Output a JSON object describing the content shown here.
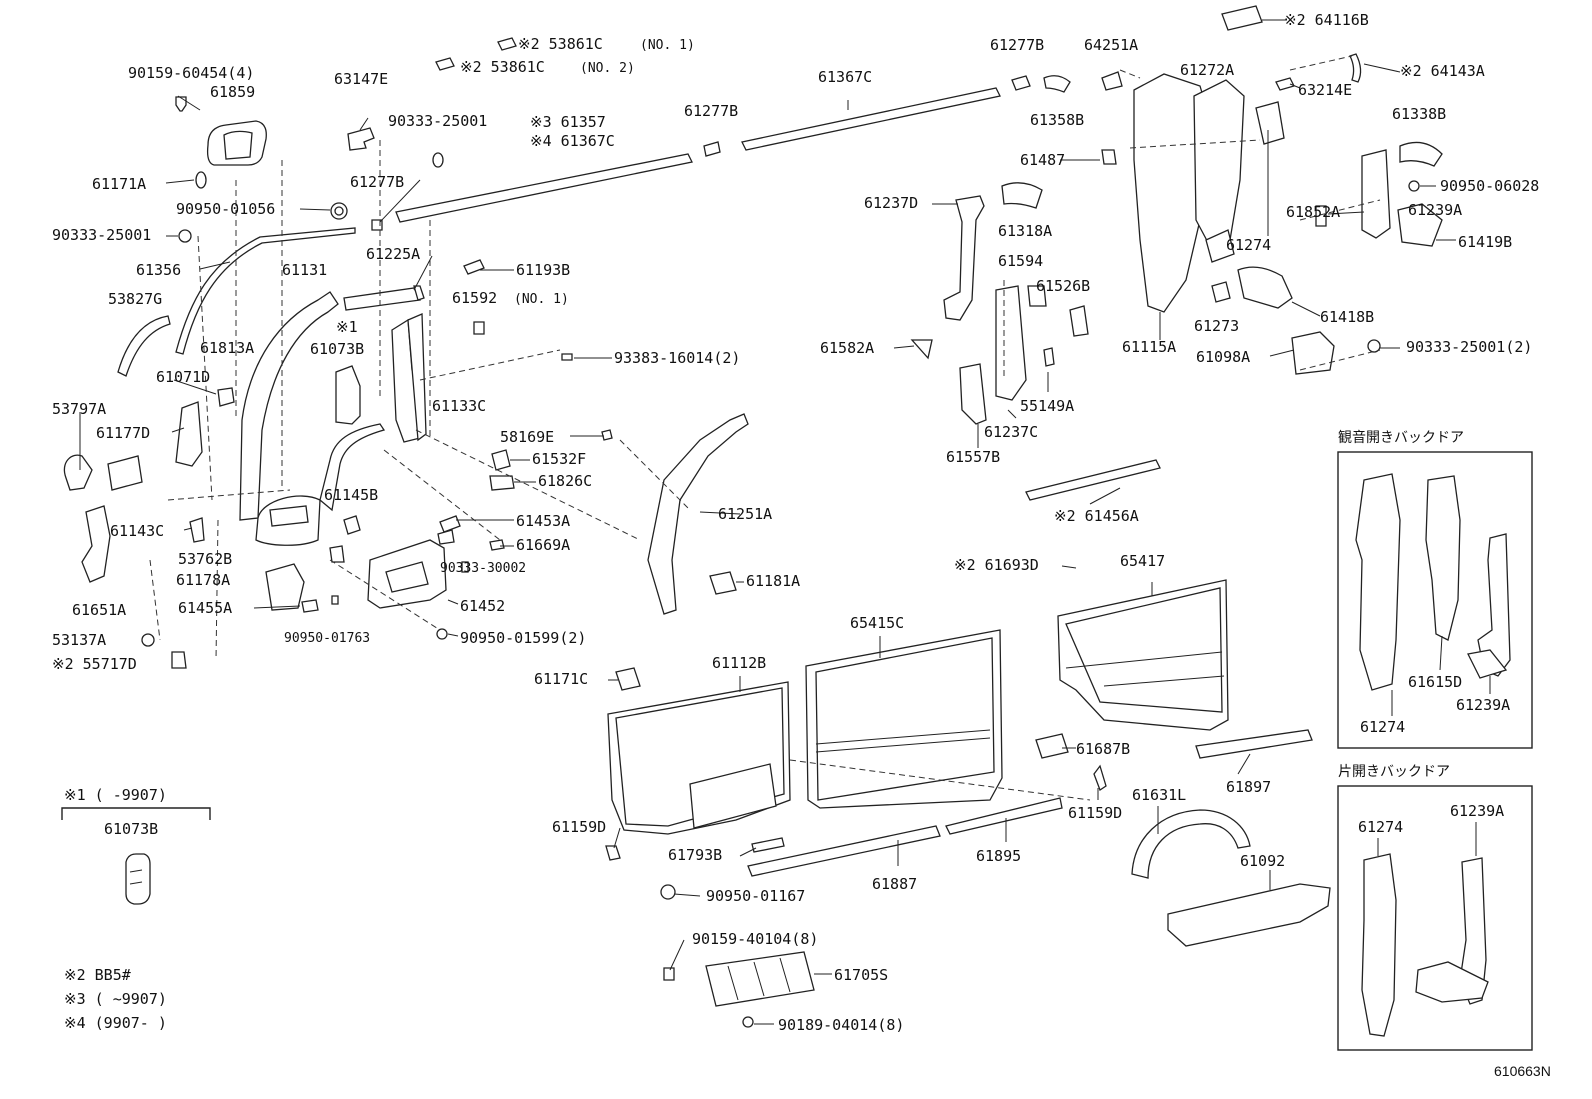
{
  "drawing_id": "610663N",
  "labels": {
    "l01": "90159-60454(4)",
    "l02": "61859",
    "l03": "61171A",
    "l04": "90950-01056",
    "l05": "90333-25001",
    "l06": "61356",
    "l07": "53827G",
    "l08": "61813A",
    "l09": "61071D",
    "l10": "53797A",
    "l11": "61177D",
    "l12": "61143C",
    "l13": "61651A",
    "l14": "53137A",
    "l15": "※2 55717D",
    "l16": "63147E",
    "l17": "90333-25001",
    "l18": "61277B",
    "l19": "61131",
    "l20": "61225A",
    "l21": "※1",
    "l22": "61073B",
    "l23": "61133C",
    "l24": "61145B",
    "l25": "53762B",
    "l26": "61178A",
    "l27": "61455A",
    "l28": "90950-01763",
    "l29": "※2 53861C",
    "l30": "(NO. 1)",
    "l31": "※2 53861C",
    "l32": "(NO. 2)",
    "l33": "※3 61357",
    "l34": "※4 61367C",
    "l35": "61193B",
    "l36": "61592",
    "l37": "(NO. 1)",
    "l38": "93383-16014(2)",
    "l39": "58169E",
    "l40": "61532F",
    "l41": "61826C",
    "l42": "61453A",
    "l43": "61669A",
    "l44": "90333-30002",
    "l45": "61452",
    "l46": "90950-01599(2)",
    "l47": "61277B",
    "l48": "61367C",
    "l49": "61251A",
    "l50": "61181A",
    "l51": "61277B",
    "l52": "64251A",
    "l53": "61358B",
    "l54": "61487",
    "l55": "61237D",
    "l56": "61318A",
    "l57": "61594",
    "l58": "61526B",
    "l59": "61582A",
    "l60": "55149A",
    "l61": "61237C",
    "l62": "61557B",
    "l63": "61272A",
    "l64": "61274",
    "l65": "61115A",
    "l66": "61273",
    "l67": "61418B",
    "l68": "61098A",
    "l69": "90333-25001(2)",
    "l70": "※2 64116B",
    "l71": "※2 64143A",
    "l72": "63214E",
    "l73": "61338B",
    "l74": "90950-06028",
    "l75": "61852A",
    "l76": "61239A",
    "l77": "61419B",
    "l78": "※2 61456A",
    "l79": "※2 61693D",
    "l80": "65417",
    "l81": "65415C",
    "l82": "61112B",
    "l83": "61171C",
    "l84": "61687B",
    "l85": "61897",
    "l86": "61159D",
    "l87": "61159D",
    "l88": "61793B",
    "l89": "61887",
    "l90": "61895",
    "l91": "61631L",
    "l92": "61092",
    "l93": "90950-01167",
    "l94": "90159-40104(8)",
    "l95": "61705S",
    "l96": "90189-04014(8)"
  },
  "inset_double": {
    "title": "観音開きバックドア",
    "labels": [
      "61615D",
      "61274",
      "61239A"
    ]
  },
  "inset_single": {
    "title": "片開きバックドア",
    "labels": [
      "61274",
      "61239A"
    ]
  },
  "legend_box": {
    "note": "※1 ( -9907)",
    "part": "61073B"
  },
  "footnotes": [
    "※2 BB5#",
    "※3 ( ~9907)",
    "※4 (9907- )"
  ]
}
